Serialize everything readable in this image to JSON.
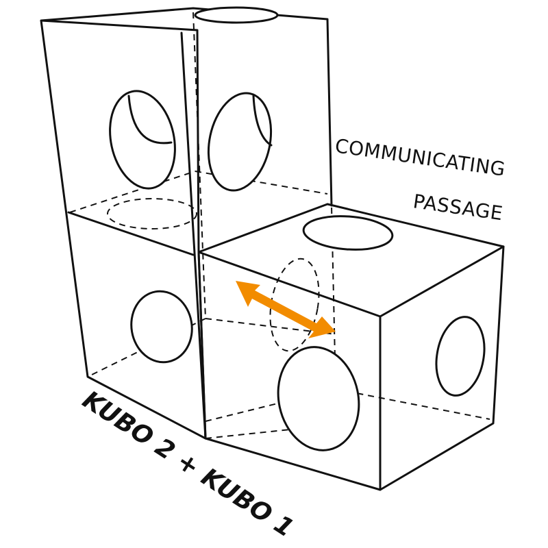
{
  "labels": {
    "passage_line1": "COMMUNICATING",
    "passage_line2": "PASSAGE",
    "base": "KUBO 2 + KUBO 1"
  },
  "colors": {
    "line": "#111111",
    "arrow": "#f28c00",
    "background": "#ffffff"
  }
}
